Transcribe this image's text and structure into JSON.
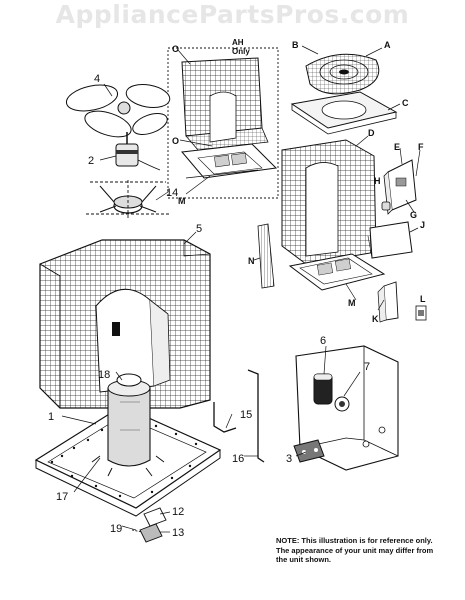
{
  "watermark": "AppliancePartsPros.com",
  "note": "NOTE: This illustration is for reference only. The appearance of your unit may differ from the unit shown.",
  "top_callout": {
    "line1": "AH",
    "line2": "Only"
  },
  "callouts": {
    "n1": "1",
    "n2": "2",
    "n3": "3",
    "n4": "4",
    "n5": "5",
    "n6": "6",
    "n7": "7",
    "n12": "12",
    "n13": "13",
    "n14": "14",
    "n15": "15",
    "n16": "16",
    "n17": "17",
    "n18": "18",
    "n19": "19"
  },
  "letters": {
    "A": "A",
    "B": "B",
    "C": "C",
    "D": "D",
    "E": "E",
    "F": "F",
    "G": "G",
    "H": "H",
    "J": "J",
    "K": "K",
    "L": "L",
    "M": "M",
    "N": "N",
    "O": "O"
  },
  "colors": {
    "ink": "#111111",
    "paper": "#ffffff",
    "watermark": "#e6e6e6"
  }
}
